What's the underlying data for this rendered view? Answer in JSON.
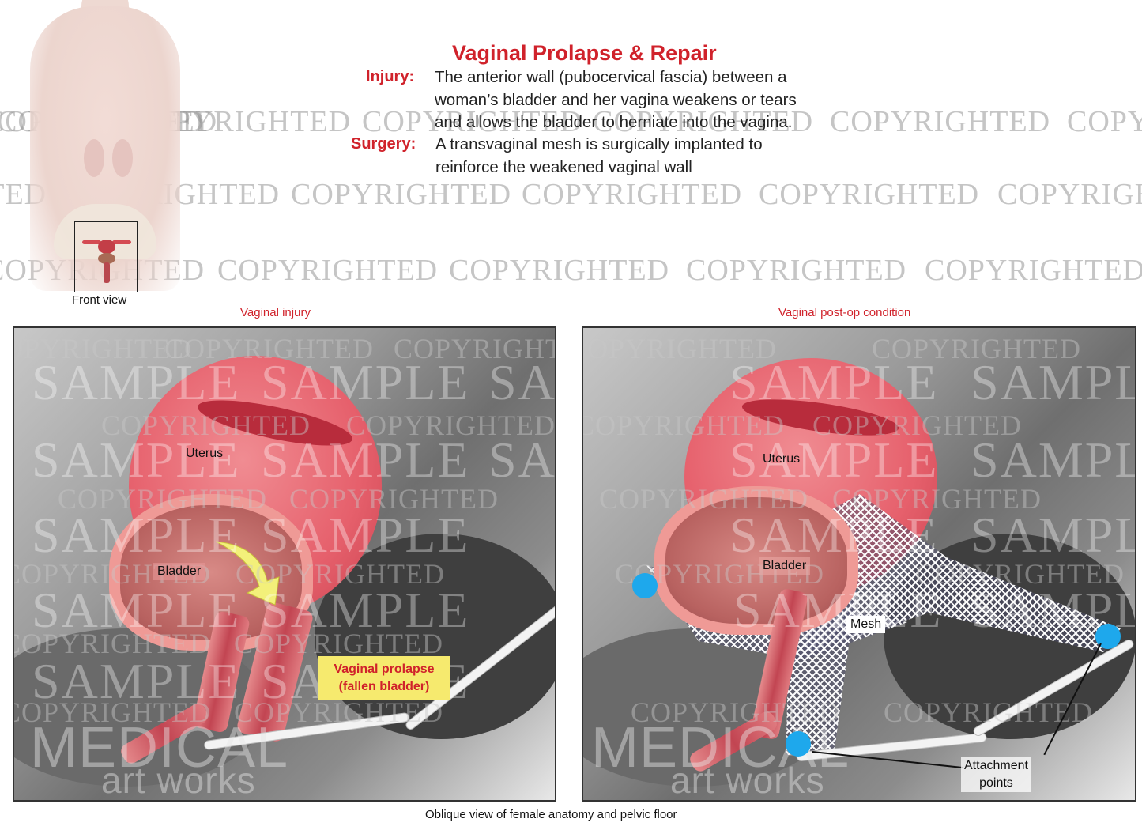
{
  "header": {
    "title": "Vaginal Prolapse & Repair",
    "injury_label": "Injury:",
    "injury_lines": [
      "The anterior wall (pubocervical fascia) between a",
      "woman’s bladder and her vagina weakens or tears",
      "and allows the bladder to herniate into the vagina."
    ],
    "surgery_label": "Surgery:",
    "surgery_lines": [
      "A transvaginal mesh is surgically implanted to",
      "reinforce the weakened vaginal wall"
    ]
  },
  "thumbnail": {
    "label": "Front view"
  },
  "panels": {
    "left": {
      "title": "Vaginal injury",
      "labels": {
        "uterus": "Uterus",
        "bladder": "Bladder",
        "prolapse_line1": "Vaginal prolapse",
        "prolapse_line2": "(fallen bladder)"
      }
    },
    "right": {
      "title": "Vaginal post-op condition",
      "labels": {
        "uterus": "Uterus",
        "bladder": "Bladder",
        "mesh": "Mesh",
        "attach_line1": "Attachment",
        "attach_line2": "points"
      }
    }
  },
  "caption": "Oblique view of female anatomy and pelvic floor",
  "watermarks": {
    "copyrighted": "COPYRIGHTED",
    "sample": "SAMPLE",
    "medical": "MEDICAL",
    "artworks": "art  works"
  },
  "colors": {
    "accent_red": "#d0222b",
    "label_yellow": "#f6ea6e",
    "attachment_blue": "#1ea8ec",
    "tissue_pink": "#e6606c"
  }
}
